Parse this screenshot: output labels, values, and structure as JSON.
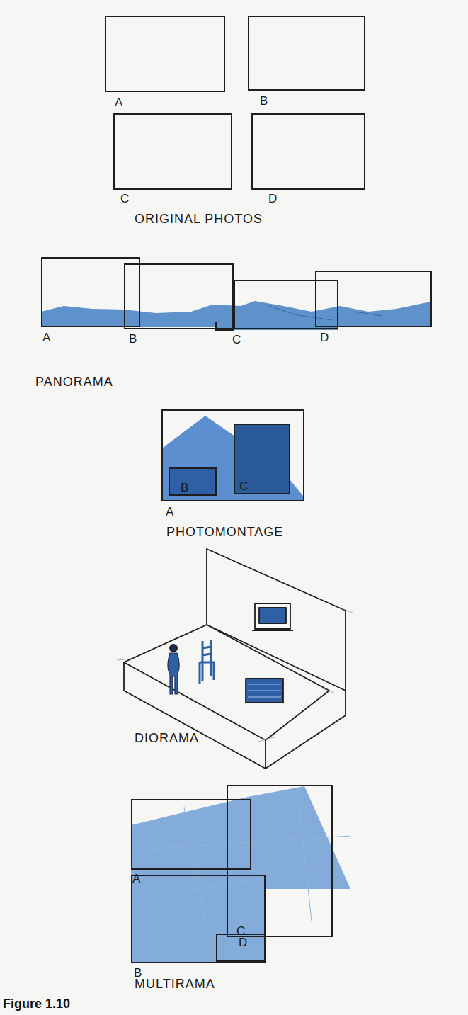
{
  "diagram": {
    "caption": "Figure 1.10",
    "nodes": [
      {
        "text": [
          "A"
        ]
      },
      {
        "text": [
          "B"
        ]
      },
      {
        "text": [
          "C"
        ]
      },
      {
        "text": [
          "D"
        ]
      },
      {
        "text": [
          "A"
        ]
      },
      {
        "text": [
          "B"
        ]
      },
      {
        "text": [
          "C"
        ]
      },
      {
        "text": [
          "D"
        ]
      },
      {
        "text": [
          "A"
        ]
      },
      {
        "text": [
          "B"
        ],
        "in": 8
      },
      {
        "text": [
          "C"
        ],
        "in": 8
      },
      {
        "text": [
          "A"
        ]
      },
      {
        "text": [
          "C"
        ]
      },
      {
        "text": [
          "D"
        ]
      },
      {
        "text": [
          "B"
        ]
      }
    ],
    "labels": [
      "ORIGINAL PHOTOS",
      "PANORAMA",
      "PHOTOMONTAGE",
      "DIORAMA",
      "MULTIRAMA"
    ]
  }
}
